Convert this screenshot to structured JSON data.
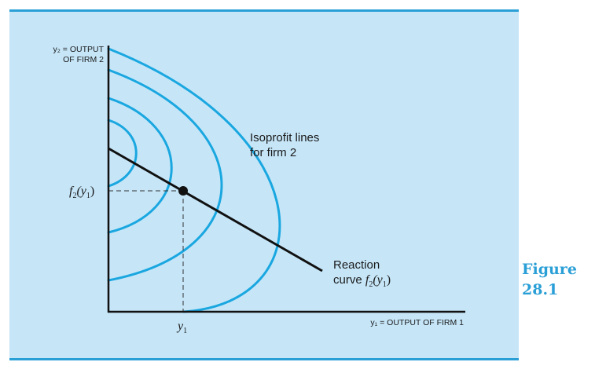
{
  "figure": {
    "caption_word": "Figure",
    "caption_number": "28.1",
    "accent_color": "#2a9fd6",
    "panel_color": "#c6e6f8"
  },
  "axes": {
    "y_label_line1": "y₂ = OUTPUT",
    "y_label_line2": "OF FIRM 2",
    "x_label": "y₁ = OUTPUT OF FIRM 1",
    "x_tick": "y",
    "x_tick_sub": "1",
    "y_tick": "f",
    "y_tick_sub": "2",
    "y_tick_arg": "(y",
    "y_tick_arg_sub": "1",
    "y_tick_close": ")"
  },
  "annotations": {
    "isoprofit_line1": "Isoprofit lines",
    "isoprofit_line2": "for firm 2",
    "reaction_line1": "Reaction",
    "reaction_line2_prefix": "curve ",
    "reaction_f": "f",
    "reaction_f_sub": "2",
    "reaction_arg": "(y",
    "reaction_arg_sub": "1",
    "reaction_close": ")"
  }
}
